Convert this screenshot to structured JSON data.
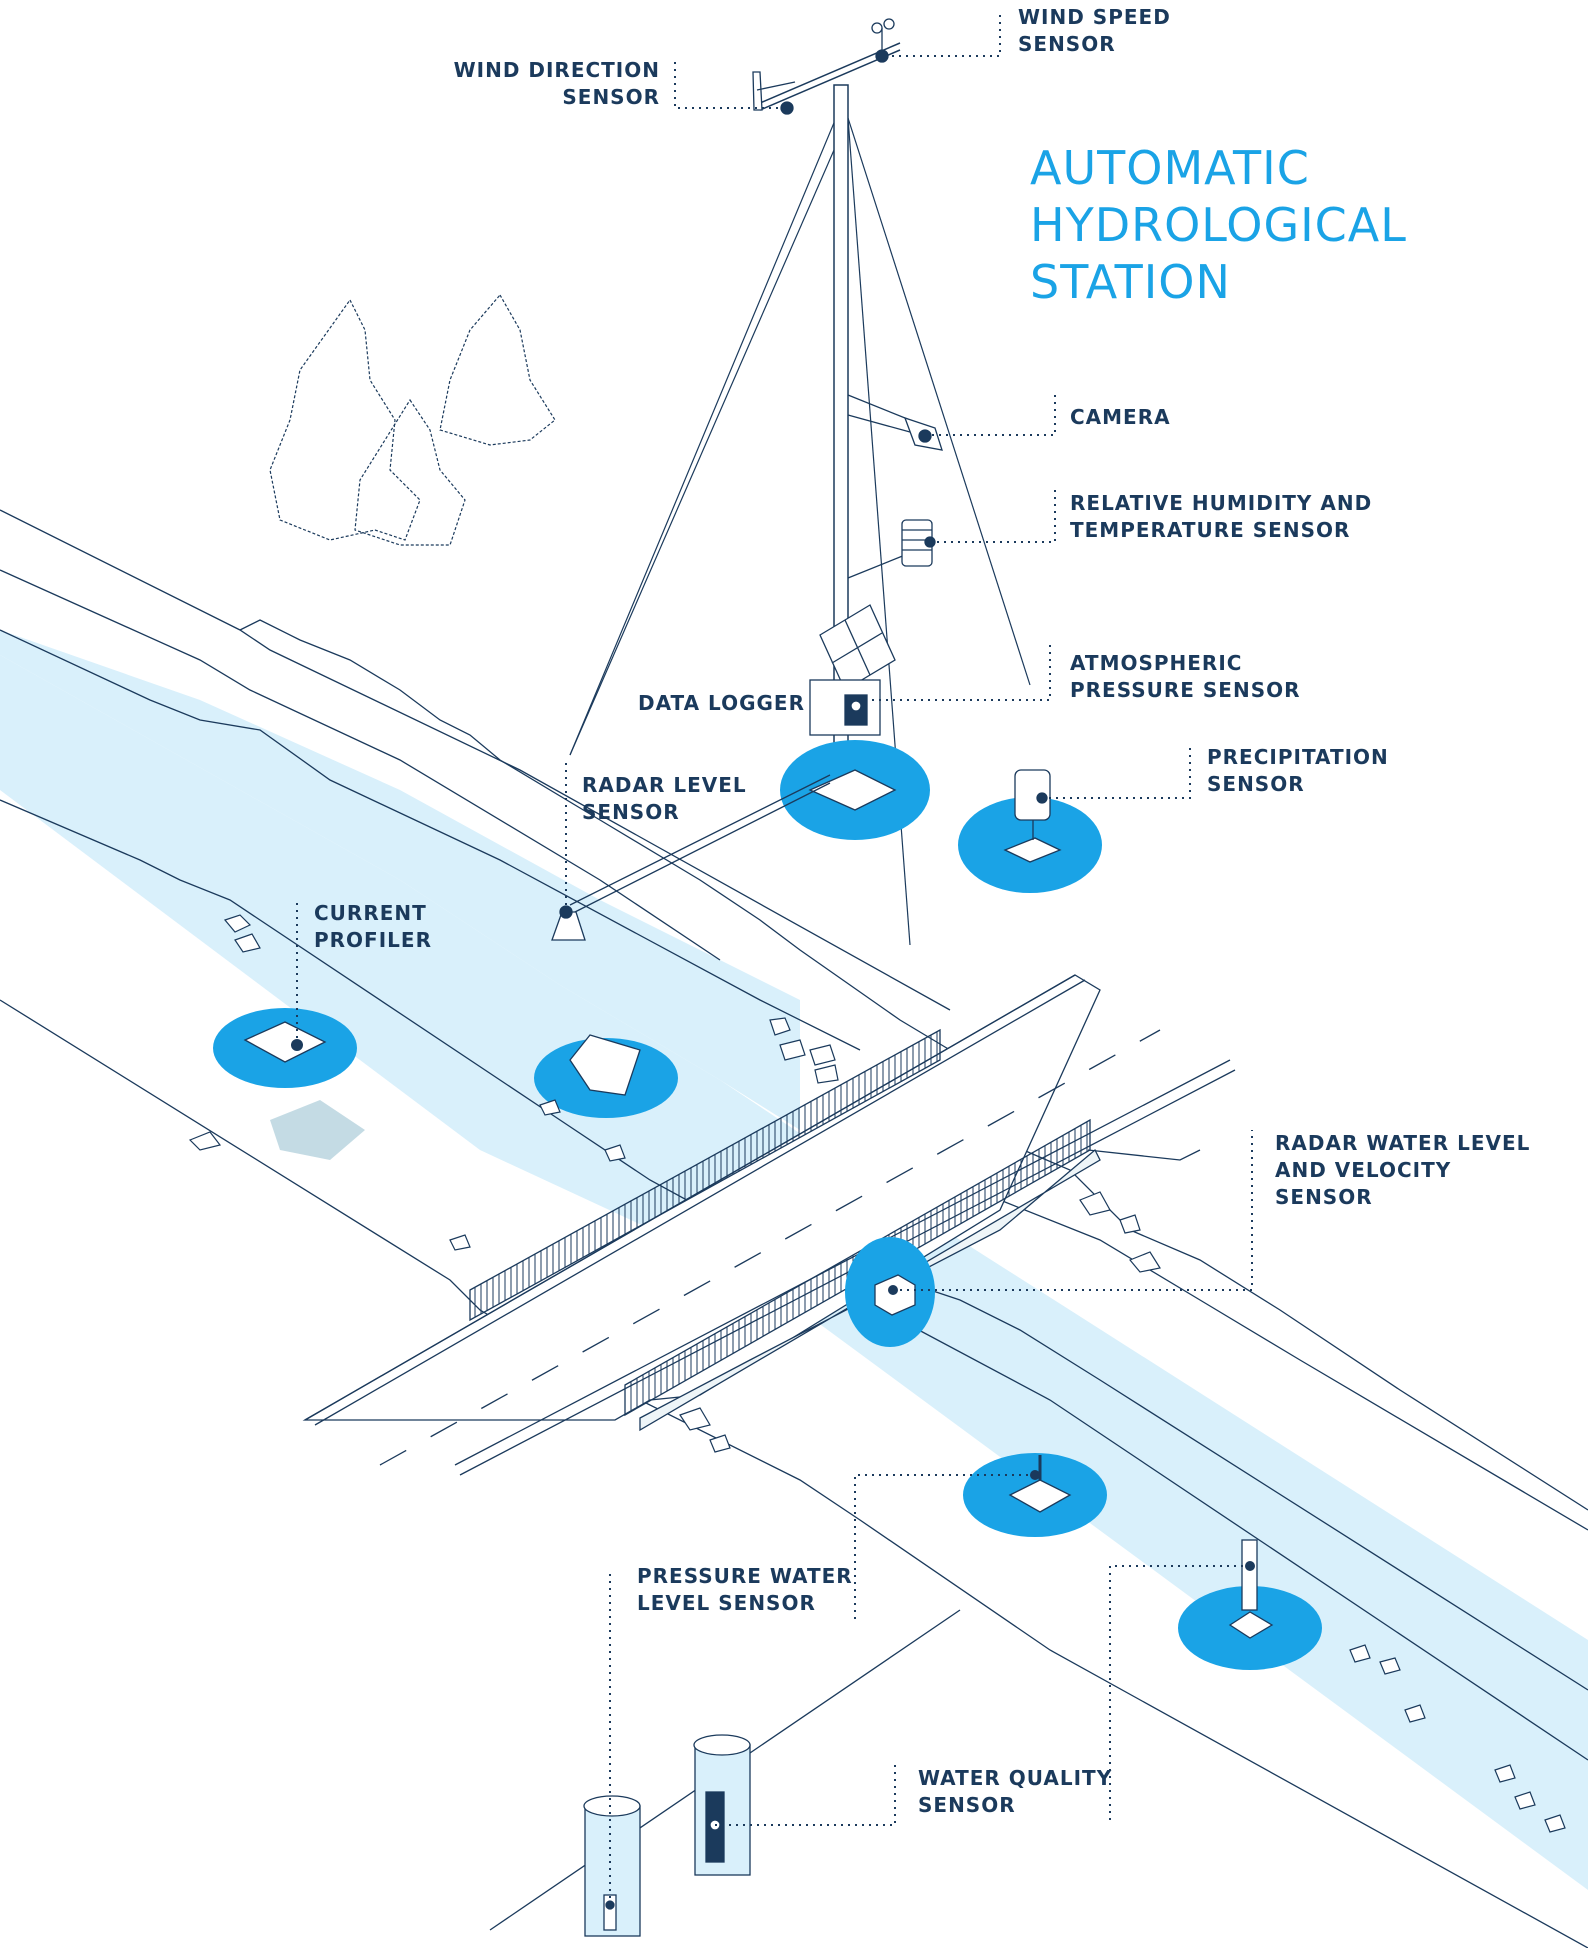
{
  "title": {
    "line1": "AUTOMATIC",
    "line2": "HYDROLOGICAL",
    "line3": "STATION"
  },
  "labels": {
    "wind_speed": [
      "WIND SPEED",
      "SENSOR"
    ],
    "wind_direction": [
      "WIND DIRECTION",
      "SENSOR"
    ],
    "camera": [
      "CAMERA"
    ],
    "humidity": [
      "RELATIVE HUMIDITY AND",
      "TEMPERATURE SENSOR"
    ],
    "pressure_atm": [
      "ATMOSPHERIC",
      "PRESSURE SENSOR"
    ],
    "data_logger": [
      "DATA LOGGER"
    ],
    "precipitation": [
      "PRECIPITATION",
      "SENSOR"
    ],
    "radar_level": [
      "RADAR LEVEL",
      "SENSOR"
    ],
    "current_profiler": [
      "CURRENT",
      "PROFILER"
    ],
    "radar_velocity": [
      "RADAR WATER LEVEL",
      "AND VELOCITY",
      "SENSOR"
    ],
    "pressure_water": [
      "PRESSURE WATER",
      "LEVEL SENSOR"
    ],
    "water_quality": [
      "WATER QUALITY",
      "SENSOR"
    ]
  },
  "colors": {
    "line": "#1b3a5c",
    "accent": "#1aa3e6",
    "water": "#d9f0fb",
    "label": "#1b3a5c"
  }
}
